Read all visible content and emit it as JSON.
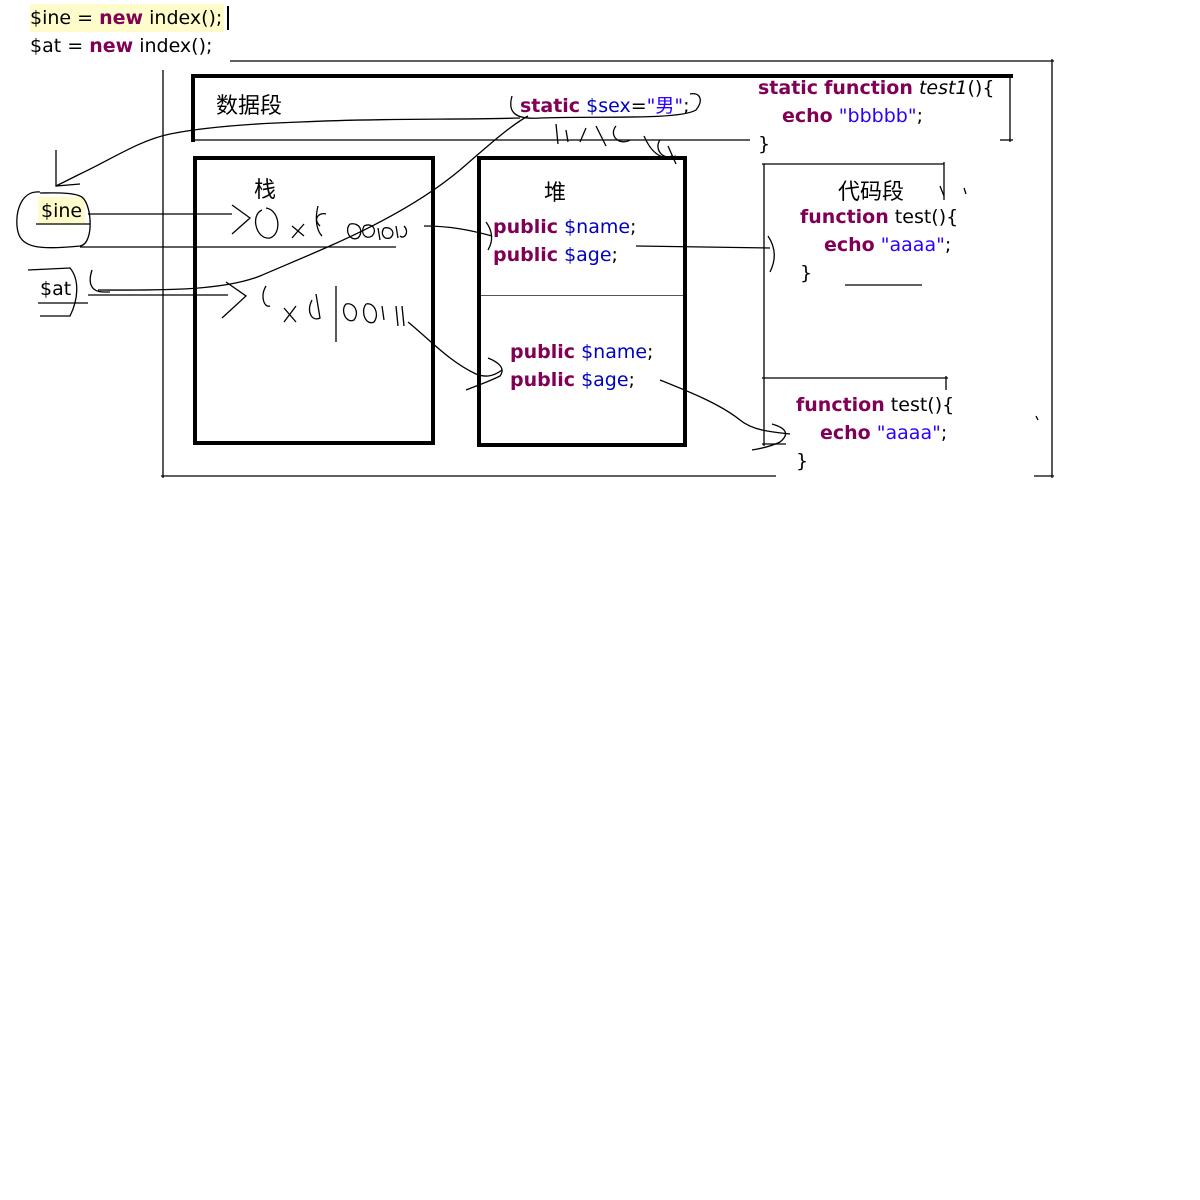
{
  "top_code": {
    "line1": {
      "var": "$ine",
      "eq": " = ",
      "kw": "new",
      "rest": " index();"
    },
    "line2": {
      "var": "$at",
      "eq": " = ",
      "kw": "new",
      "rest": " index();"
    }
  },
  "segments": {
    "data": "数据段",
    "stack": "栈",
    "heap": "堆",
    "code": "代码段"
  },
  "static_var": {
    "kw": "static",
    "var": "$sex",
    "eq": "=",
    "str": "\"男\"",
    "end": ";"
  },
  "static_func": {
    "kw1": "static",
    "kw2": "function",
    "name": "test1",
    "sig": "(){",
    "echo_kw": "echo",
    "echo_str": "\"bbbbb\"",
    "echo_end": ";",
    "close": "}"
  },
  "stack_vars": {
    "ine": "$ine",
    "at": "$at"
  },
  "heap_obj1": {
    "l1": {
      "kw": "public",
      "var": "$name",
      "end": ";"
    },
    "l2": {
      "kw": "public",
      "var": "$age",
      "end": ";"
    }
  },
  "heap_obj2": {
    "l1": {
      "kw": "public",
      "var": "$name",
      "end": ";"
    },
    "l2": {
      "kw": "public",
      "var": "$age",
      "end": ";"
    }
  },
  "code_func1": {
    "kw": "function",
    "name": " test(){",
    "echo_kw": "echo",
    "echo_str": "\"aaaa\"",
    "echo_end": ";",
    "close": "}"
  },
  "code_func2": {
    "kw": "function",
    "name": " test(){",
    "echo_kw": "echo",
    "echo_str": "\"aaaa\"",
    "echo_end": ";",
    "close": "}"
  }
}
